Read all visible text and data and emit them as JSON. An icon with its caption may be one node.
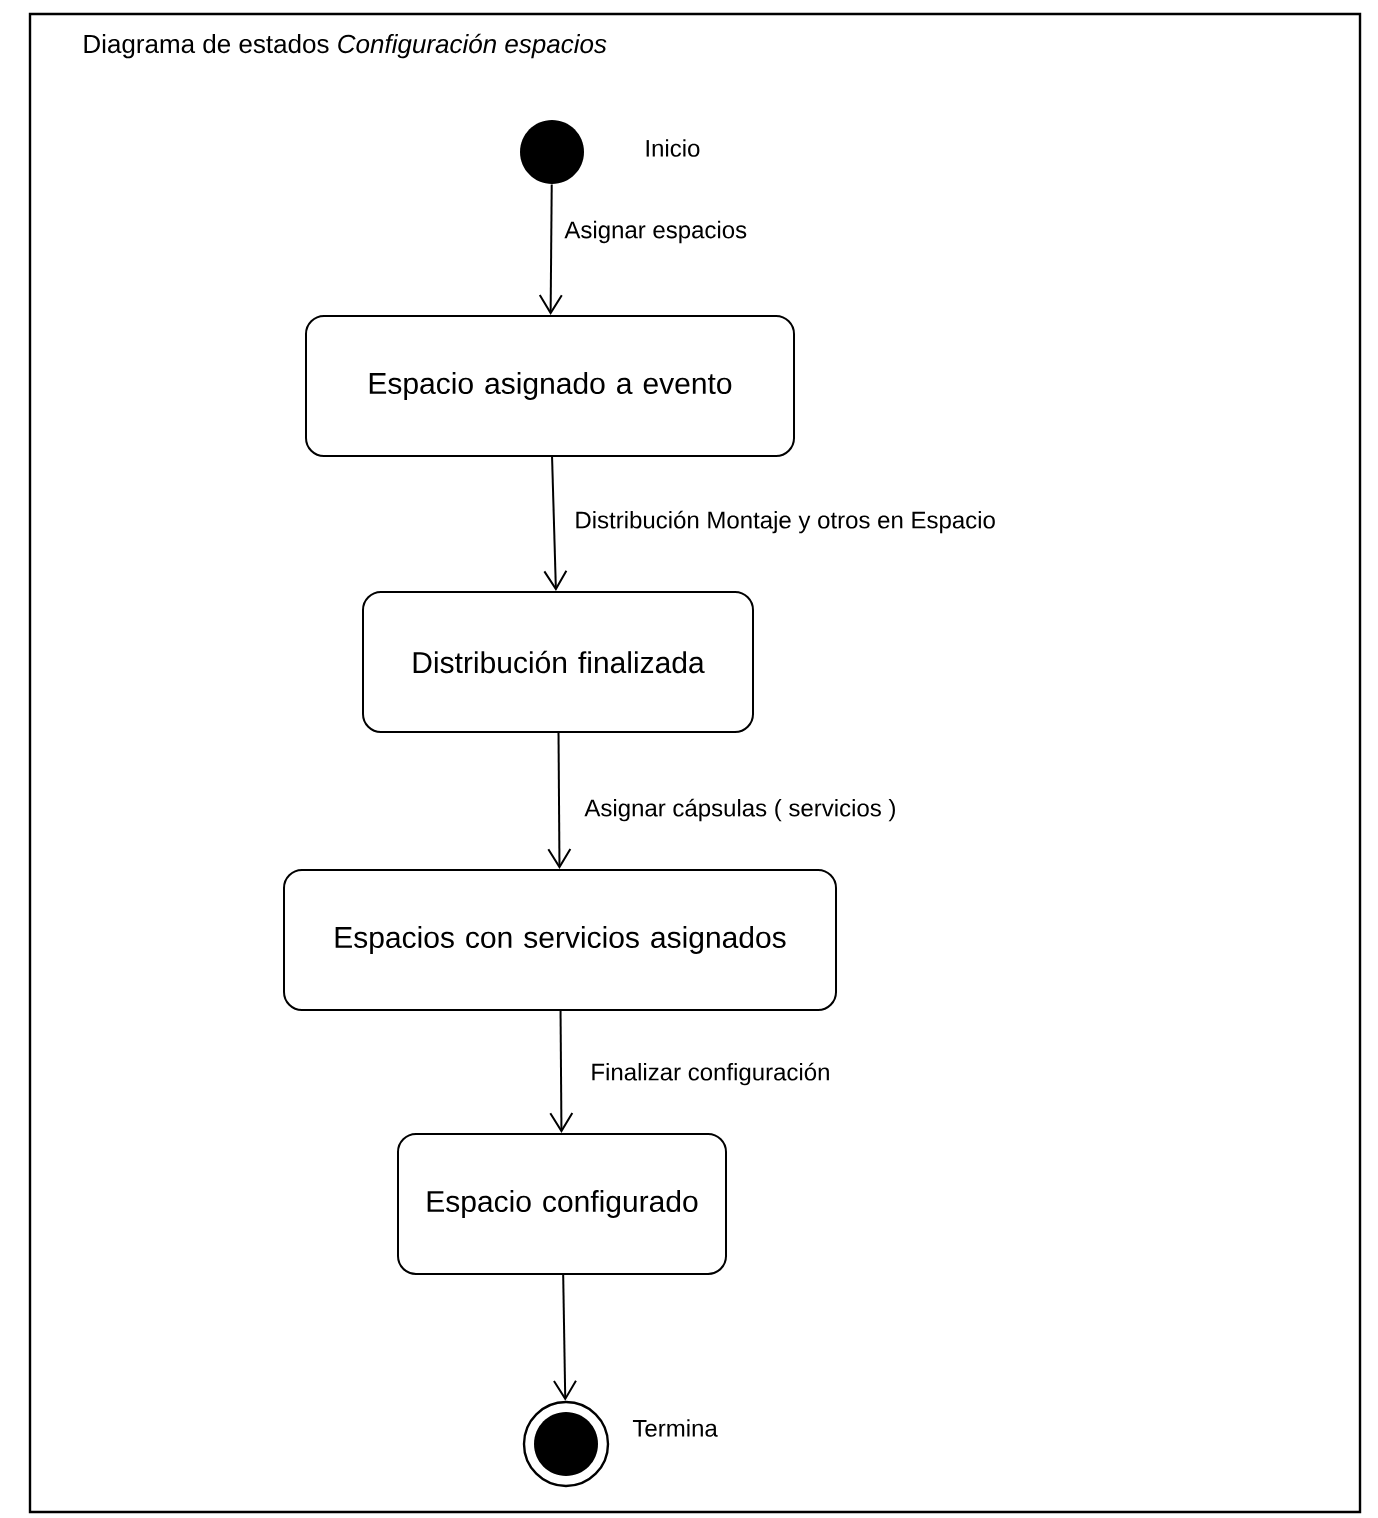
{
  "diagram": {
    "title": "Diagrama de estados *Configuración espacios*",
    "nodes": [
      {
        "text": [],
        "shape": "circle",
        "beside": [
          "Inicio"
        ]
      },
      {
        "text": [
          "Espacio asignado a evento"
        ]
      },
      {
        "text": [
          "Distribución finalizada"
        ]
      },
      {
        "text": [
          "Espacios con servicios asignados"
        ]
      },
      {
        "text": [
          "Espacio configurado"
        ]
      },
      {
        "text": [],
        "shape": "bullseye",
        "beside": [
          "Termina"
        ]
      }
    ],
    "edges": [
      {
        "from": 0,
        "to": 1,
        "arrow": "to",
        "label": "Asignar espacios"
      },
      {
        "from": 1,
        "to": 2,
        "arrow": "to",
        "label": "Distribución Montaje y otros en Espacio"
      },
      {
        "from": 2,
        "to": 3,
        "arrow": "to",
        "label": "Asignar  cápsulas ( servicios )"
      },
      {
        "from": 3,
        "to": 4,
        "arrow": "to",
        "label": "Finalizar configuración"
      },
      {
        "from": 4,
        "to": 5,
        "arrow": "to"
      }
    ]
  }
}
